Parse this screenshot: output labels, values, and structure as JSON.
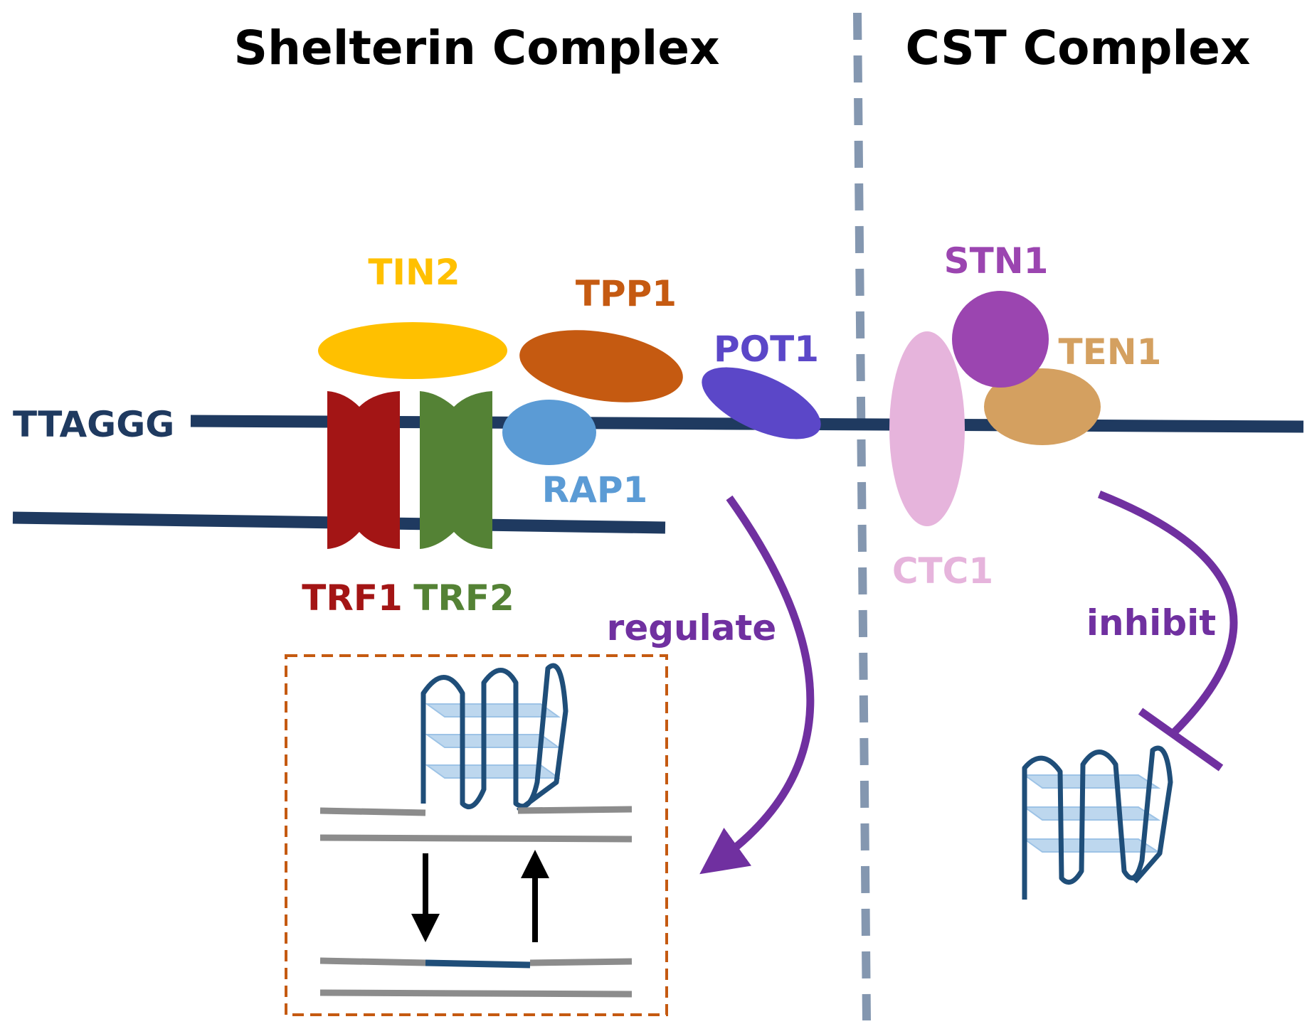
{
  "titles": {
    "left": "Shelterin Complex",
    "right": "CST Complex"
  },
  "dna": {
    "label": "TTAGGG",
    "color": "#1f3a60"
  },
  "shelterin": {
    "tin2": {
      "label": "TIN2",
      "color": "#ffc000"
    },
    "tpp1": {
      "label": "TPP1",
      "color": "#c55a11"
    },
    "pot1": {
      "label": "POT1",
      "color": "#5b47c8"
    },
    "rap1": {
      "label": "RAP1",
      "color": "#5b9bd5"
    },
    "trf1": {
      "label": "TRF1",
      "color": "#a31515"
    },
    "trf2": {
      "label": "TRF2",
      "color": "#548235"
    }
  },
  "cst": {
    "stn1": {
      "label": "STN1",
      "color": "#9b45b0"
    },
    "ten1": {
      "label": "TEN1",
      "color": "#d4a060"
    },
    "ctc1": {
      "label": "CTC1",
      "color": "#e6b4dc"
    }
  },
  "actions": {
    "regulate": "regulate",
    "inhibit": "inhibit",
    "color": "#7030a0"
  },
  "colors": {
    "divider": "#8497b0",
    "box_border": "#c55a11",
    "gquad_strand": "#1f4e79",
    "gquad_plane": "#bdd7ee",
    "gray_strand": "#8c8c8c",
    "black_arrow": "#000000"
  }
}
